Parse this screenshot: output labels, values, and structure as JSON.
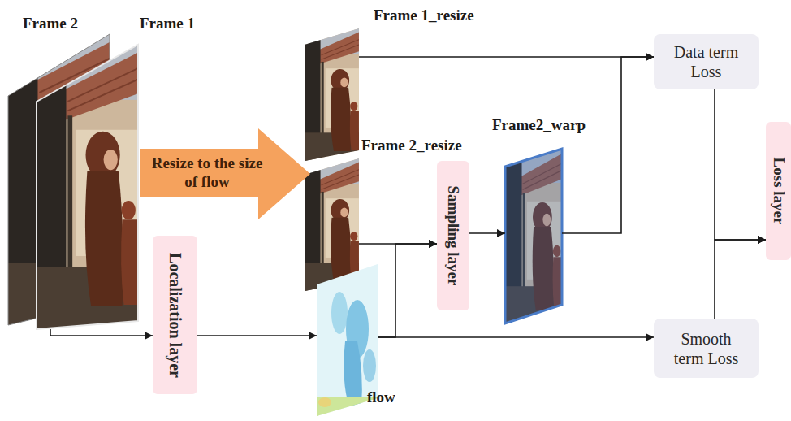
{
  "diagram": {
    "nodes": [
      {
        "text": [
          "Frame 2"
        ]
      },
      {
        "text": [
          "Frame 1"
        ]
      },
      {
        "text": [
          "Localization layer"
        ]
      },
      {
        "text": [
          "Resize to the size of flow"
        ]
      },
      {
        "text": [
          "Frame 1_resize"
        ]
      },
      {
        "text": [
          "Frame 2_resize"
        ]
      },
      {
        "text": [
          "flow"
        ]
      },
      {
        "text": [
          "Sampling layer"
        ]
      },
      {
        "text": [
          "Frame2_warp"
        ]
      },
      {
        "text": [
          "Data term Loss"
        ]
      },
      {
        "text": [
          "Smooth term Loss"
        ]
      },
      {
        "text": [
          "Loss layer"
        ]
      }
    ],
    "edges": [
      {
        "from": 1,
        "to": 2,
        "arrow": "to"
      },
      {
        "from": 2,
        "to": 6,
        "arrow": "to"
      },
      {
        "from": 4,
        "to": 9,
        "arrow": "to"
      },
      {
        "from": 5,
        "to": 7,
        "arrow": "to"
      },
      {
        "from": 6,
        "to": 7,
        "arrow": "to"
      },
      {
        "from": 6,
        "to": 10,
        "arrow": "to"
      },
      {
        "from": 7,
        "to": 8,
        "arrow": "to"
      },
      {
        "from": 8,
        "to": 9,
        "arrow": "to"
      },
      {
        "from": 9,
        "to": 11,
        "arrow": "to"
      },
      {
        "from": 10,
        "to": 11,
        "arrow": "to"
      }
    ]
  }
}
